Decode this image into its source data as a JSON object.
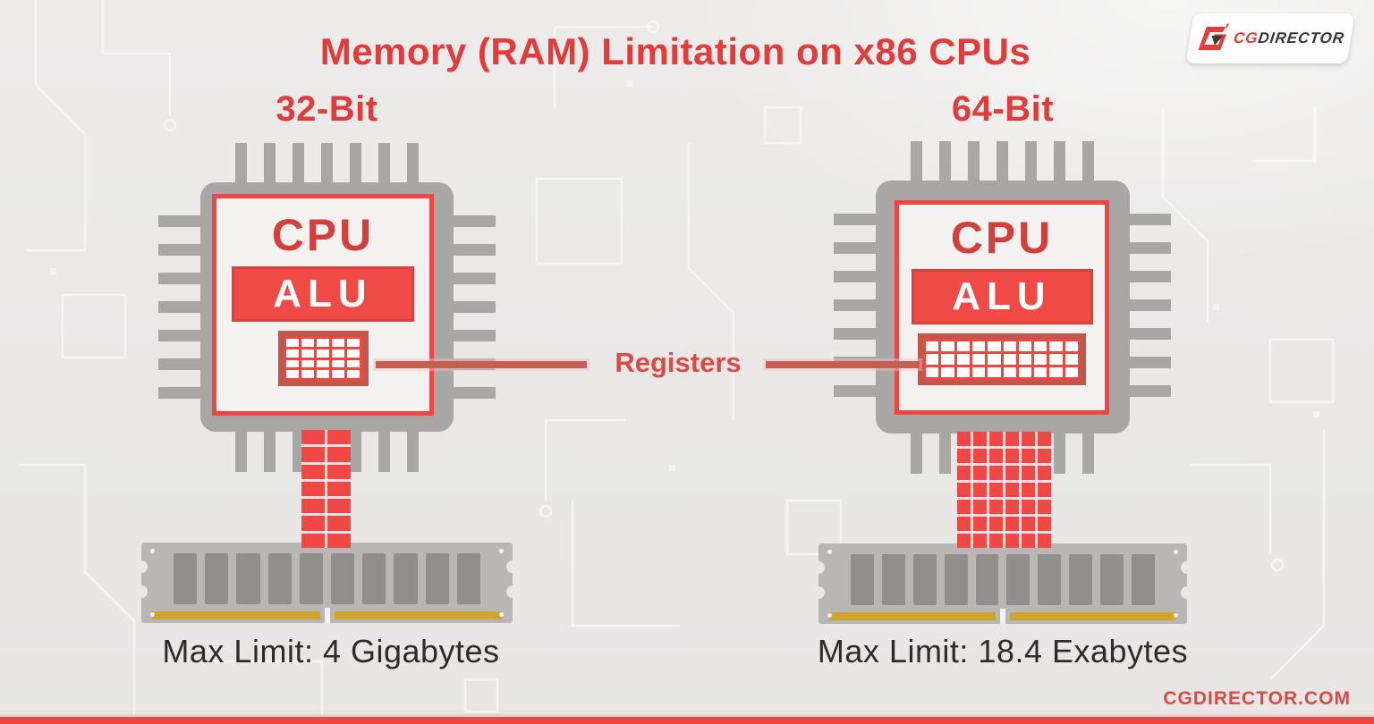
{
  "title": "Memory (RAM) Limitation on x86 CPUs",
  "logo": {
    "mark": "G",
    "cg": "CG",
    "director": "DIRECTOR"
  },
  "registers_label": "Registers",
  "panels": {
    "left": {
      "label": "32-Bit",
      "cpu": "CPU",
      "alu": "ALU",
      "max_limit": "Max Limit: 4 Gigabytes",
      "registers": {
        "cols": 5,
        "rows": 4
      },
      "bus": {
        "cols": 2,
        "rows": 7
      },
      "ram_chips": {
        "cols": 10,
        "rows": 1
      }
    },
    "right": {
      "label": "64-Bit",
      "cpu": "CPU",
      "alu": "ALU",
      "max_limit": "Max Limit: 18.4 Exabytes",
      "registers": {
        "cols": 10,
        "rows": 3
      },
      "bus": {
        "cols": 6,
        "rows": 7
      },
      "ram_chips": {
        "cols": 10,
        "rows": 1
      }
    }
  },
  "footer": {
    "website": "CGDIRECTOR.COM"
  },
  "colors": {
    "accent_red": "#ee4743",
    "title_red": "#e23b3b",
    "connector_red": "#c4604f",
    "chip_gray": "#a8a7a6",
    "ram_gray": "#b9b7b5",
    "ram_chip_gray": "#908f8d",
    "gold": "#cfa42c",
    "text_dark": "#2d2c2b",
    "background": "#e9e8e7"
  }
}
